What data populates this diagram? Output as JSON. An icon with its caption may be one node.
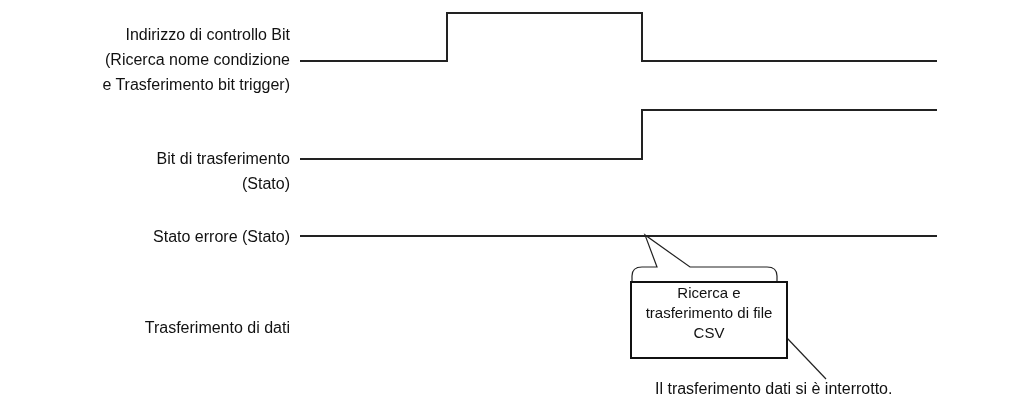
{
  "diagram": {
    "nodes": [
      {
        "text": [
          "Ricerca e trasferimento di file CSV"
        ]
      },
      {
        "text": [
          "Il trasferimento dati si è interrotto."
        ]
      }
    ],
    "edges": [
      {
        "from": 1,
        "to": 0,
        "arrow": "none"
      }
    ],
    "labels": [
      "Indirizzo di controllo Bit (Ricerca nome condizione e Trasferimento bit trigger)",
      "Bit di trasferimento (Stato)",
      "Stato errore (Stato)",
      "Trasferimento di dati"
    ]
  }
}
